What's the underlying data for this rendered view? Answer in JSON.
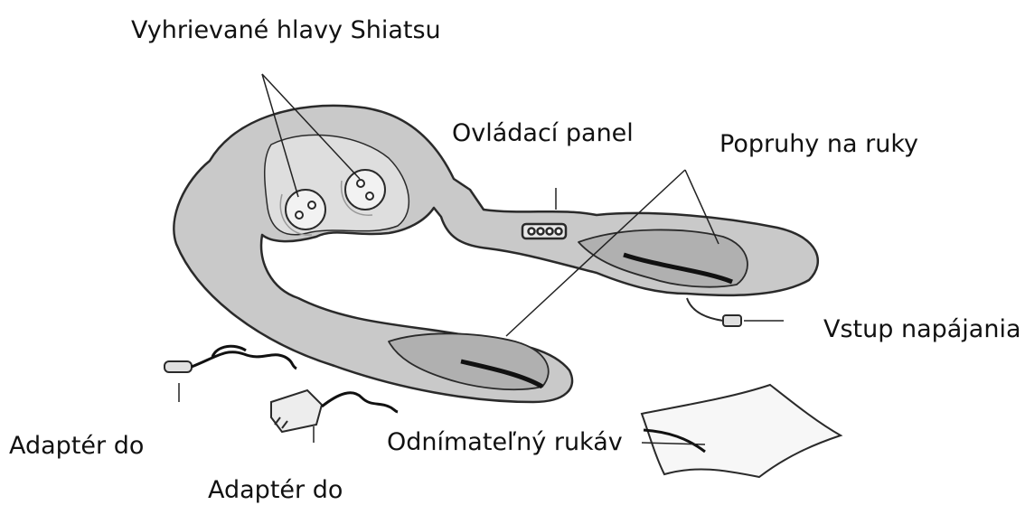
{
  "labels": {
    "heated_heads": "Vyhrievané hlavy Shiatsu",
    "control_panel": "Ovládací panel",
    "hand_straps": "Popruhy na ruky",
    "power_input": "Vstup napájania",
    "removable_sleeve": "Odnímateľný rukáv",
    "car_adapter": "Adaptér do",
    "wall_adapter": "Adaptér do"
  },
  "colors": {
    "massager_fill": "#c9c9c9",
    "inner_band": "#dedede",
    "outline": "#2a2a2a",
    "background": "#ffffff"
  }
}
